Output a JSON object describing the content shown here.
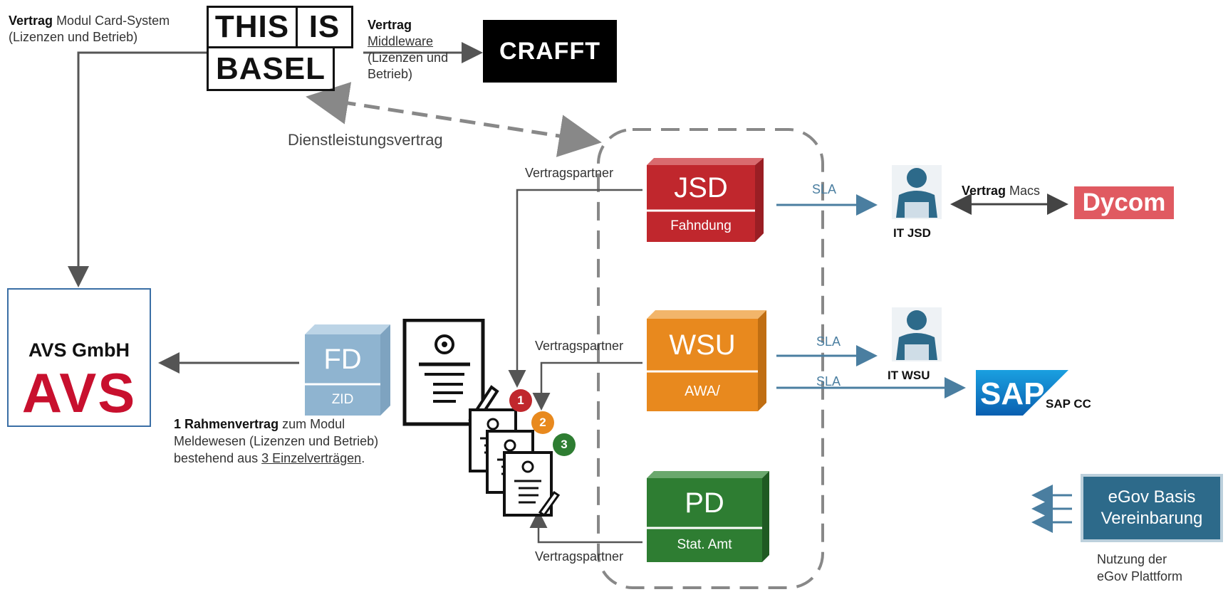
{
  "contract_card": {
    "bold": "Vertrag",
    "rest": "Modul Card-System",
    "line2": "(Lizenzen und Betrieb)"
  },
  "logo_basel": {
    "cells": [
      "THIS",
      "IS",
      "BASEL"
    ]
  },
  "contract_middleware": {
    "bold": "Vertrag",
    "lines": [
      "Middleware",
      "(Lizenzen und",
      "Betrieb)"
    ]
  },
  "crafft": {
    "label": "CRAFFT"
  },
  "service_contract": {
    "label": "Dienstleistungsvertrag"
  },
  "avs": {
    "name": "AVS GmbH",
    "logo": "AVS"
  },
  "fd": {
    "title": "FD",
    "sub": "ZID"
  },
  "rahmen": {
    "bold": "1 Rahmenvertrag",
    "rest": " zum Modul",
    "line2": "Meldewesen (Lizenzen und Betrieb)",
    "line3_prefix": "bestehend aus ",
    "line3_link": "3 Einzelverträgen",
    "line3_suffix": "."
  },
  "badges": [
    "1",
    "2",
    "3"
  ],
  "jsd": {
    "title": "JSD",
    "sub": "Fahndung",
    "partner_label": "Vertragspartner"
  },
  "wsu": {
    "title": "WSU",
    "sub": "AWA/",
    "partner_label": "Vertragspartner"
  },
  "pd": {
    "title": "PD",
    "sub": "Stat. Amt",
    "partner_label": "Vertragspartner"
  },
  "sla_labels": [
    "SLA",
    "SLA",
    "SLA"
  ],
  "it_jsd": {
    "label": "IT JSD"
  },
  "it_wsu": {
    "label": "IT WSU"
  },
  "contract_macs": {
    "bold": "Vertrag",
    "rest": " Macs"
  },
  "dycom": {
    "label": "Dycom"
  },
  "sap": {
    "logo": "SAP",
    "label": "SAP CC"
  },
  "egov": {
    "lines": [
      "eGov Basis",
      "Vereinbarung"
    ],
    "note": [
      "Nutzung der",
      "eGov Plattform"
    ]
  },
  "colors": {
    "jsd_red": "#c0272d",
    "wsu_orange": "#e8891e",
    "pd_green": "#2e7d32",
    "fd_blue": "#8fb4d0",
    "arrow_blue": "#4a7ea0",
    "egov_blue": "#2d6a8a"
  }
}
